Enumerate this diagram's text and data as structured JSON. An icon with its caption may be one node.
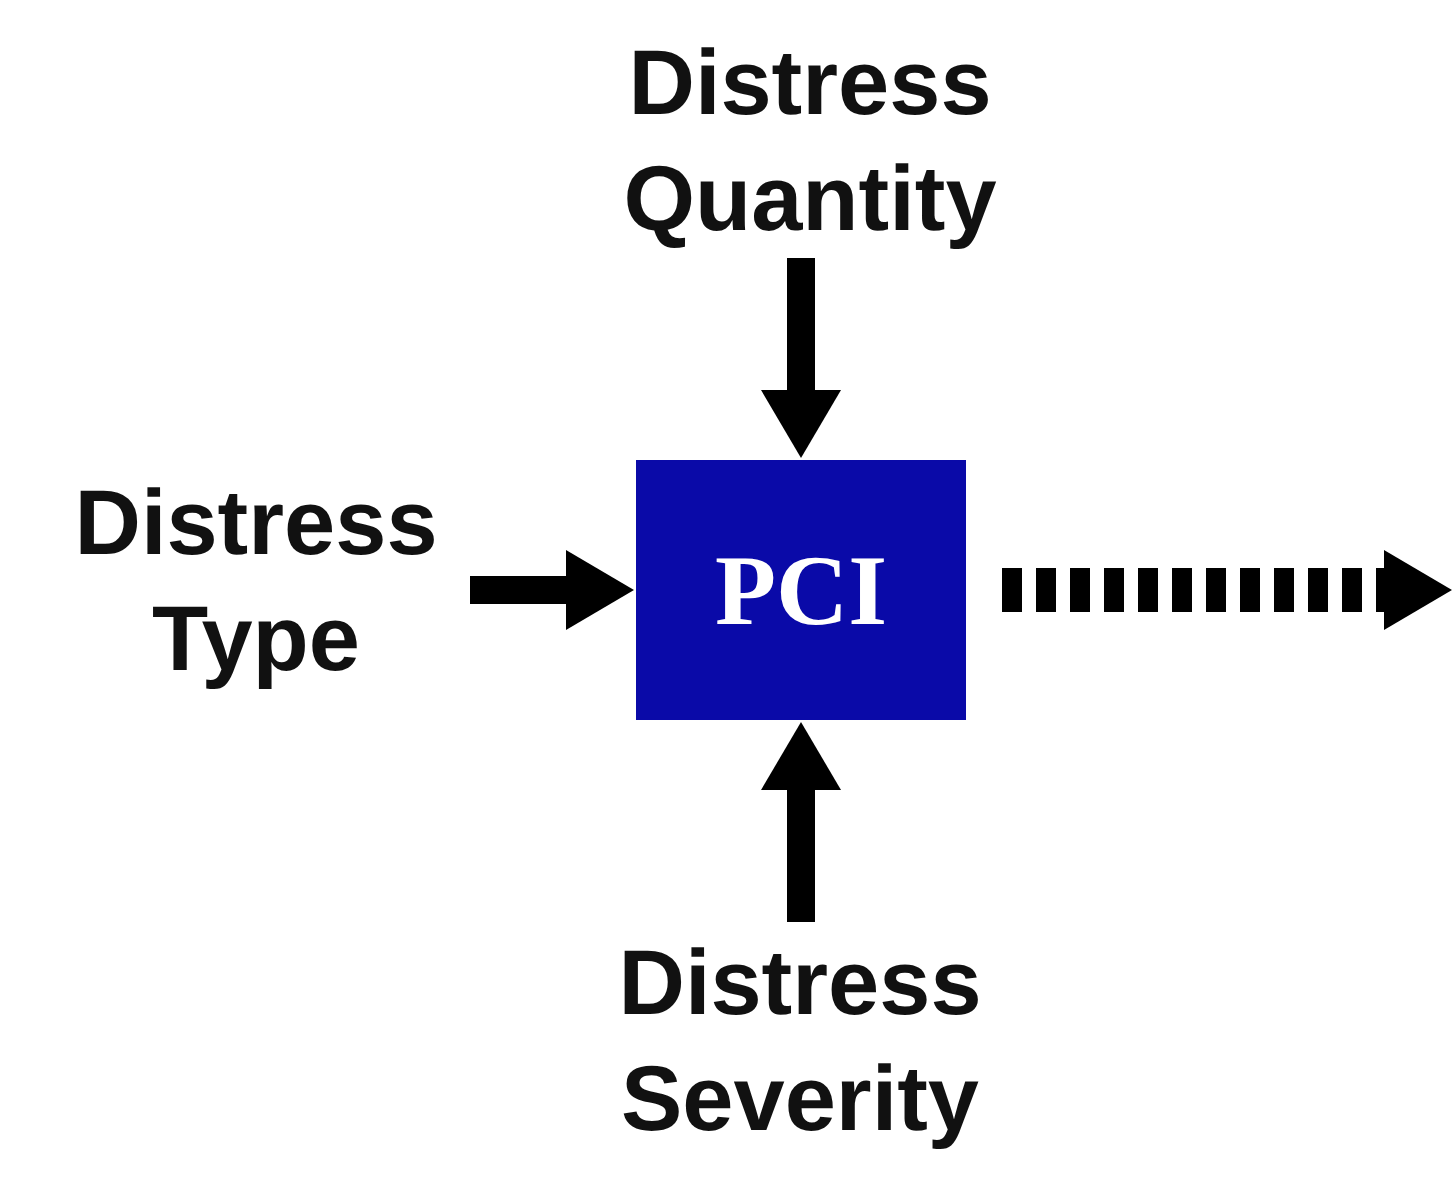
{
  "diagram": {
    "nodes": [
      {
        "text": [
          "Distress Quantity"
        ]
      },
      {
        "text": [
          "Distress Type"
        ]
      },
      {
        "text": [
          "PCI"
        ]
      },
      {
        "text": [
          "Distress Severity"
        ]
      }
    ],
    "edges": [
      {
        "from": 0,
        "to": 2,
        "arrow": "to"
      },
      {
        "from": 1,
        "to": 2,
        "arrow": "to"
      },
      {
        "from": 3,
        "to": 2,
        "arrow": "to"
      },
      {
        "from": 2,
        "to": null,
        "arrow": "to",
        "style": "dashed"
      }
    ]
  }
}
